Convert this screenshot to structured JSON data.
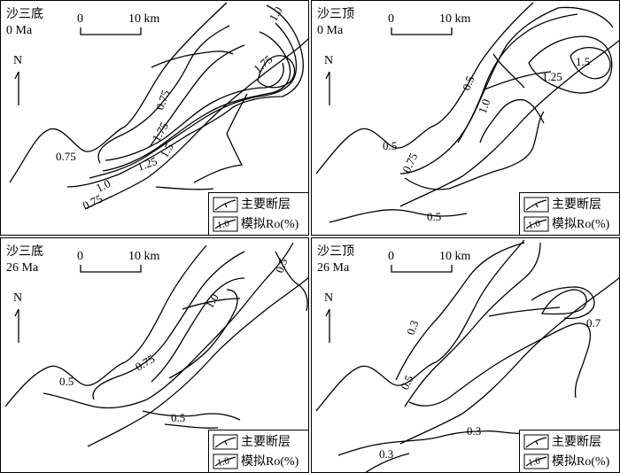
{
  "panels": [
    {
      "layer": "沙三底",
      "age": "0 Ma",
      "scale": {
        "start": "0",
        "end": "10 km"
      },
      "north": "N",
      "contour_labels": [
        "1.0",
        "1.75",
        "0.75",
        "1.75",
        "1.5",
        "1.25",
        "0.75",
        "1.0",
        "0.75"
      ]
    },
    {
      "layer": "沙三顶",
      "age": "0 Ma",
      "scale": {
        "start": "0",
        "end": "10 km"
      },
      "north": "N",
      "contour_labels": [
        "1.5",
        "1.25",
        "0.5",
        "1.0",
        "0.5",
        "0.75",
        "0.5"
      ]
    },
    {
      "layer": "沙三底",
      "age": "26 Ma",
      "scale": {
        "start": "0",
        "end": "10 km"
      },
      "north": "N",
      "contour_labels": [
        "0.5",
        "1.0",
        "0.75",
        "0.5",
        "0.5"
      ]
    },
    {
      "layer": "沙三顶",
      "age": "26 Ma",
      "scale": {
        "start": "0",
        "end": "10 km"
      },
      "north": "N",
      "contour_labels": [
        "0.3",
        "0.7",
        "0.3",
        "0.5",
        "0.3"
      ]
    }
  ],
  "legend": {
    "fault_label": "主要断层",
    "ro_label": "模拟Ro(%)",
    "ro_sample": "1.0"
  }
}
